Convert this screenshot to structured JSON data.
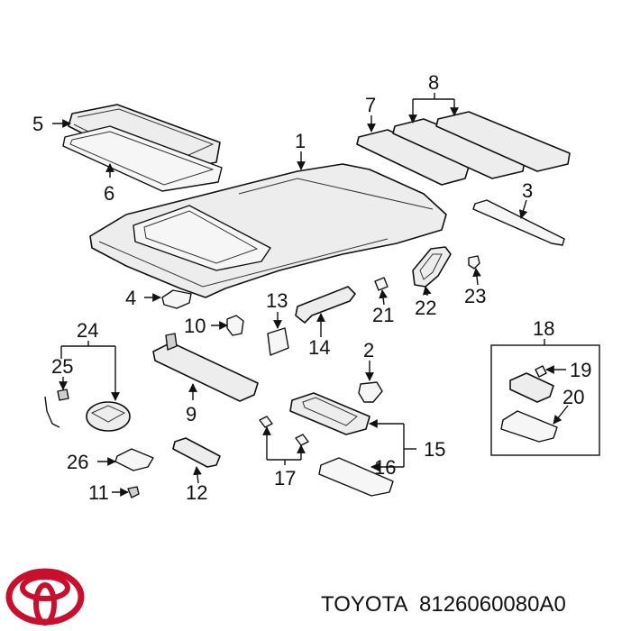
{
  "labels": {
    "p1": "1",
    "p2": "2",
    "p3": "3",
    "p4": "4",
    "p5": "5",
    "p6": "6",
    "p7": "7",
    "p8": "8",
    "p9": "9",
    "p10": "10",
    "p11": "11",
    "p12": "12",
    "p13": "13",
    "p14": "14",
    "p15": "15",
    "p16": "16",
    "p17": "17",
    "p18": "18",
    "p19": "19",
    "p20": "20",
    "p21": "21",
    "p22": "22",
    "p23": "23",
    "p24": "24",
    "p25": "25",
    "p26": "26"
  },
  "footer": {
    "brand": "TOYOTA",
    "part_number": "8126060080A0"
  },
  "colors": {
    "logo": "#c8102e",
    "line": "#111111"
  }
}
